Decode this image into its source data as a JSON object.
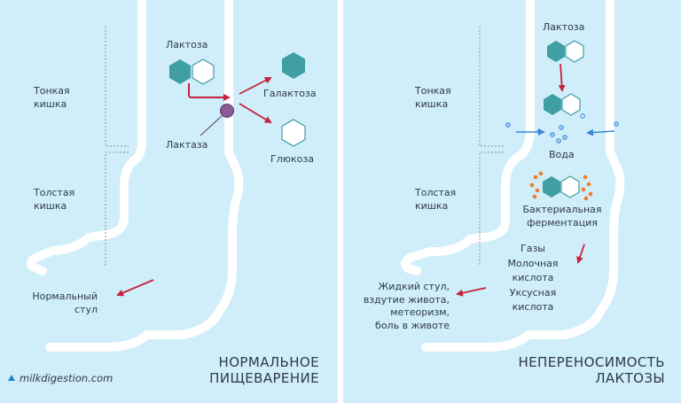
{
  "colors": {
    "panel_bg": "#cfeefa",
    "intestine": "#ffffff",
    "hexagon_dark": "#3f9fa3",
    "arrow_red": "#c8213c",
    "arrow_blue": "#3f86d6",
    "lactase_dot": "#8a5b95",
    "bacteria_dot": "#ef7b25",
    "text": "#2f3a44"
  },
  "left_panel": {
    "title_line1": "НОРМАЛЬНОЕ",
    "title_line2": "ПИЩЕВАРЕНИЕ",
    "small_intestine_line1": "Тонкая",
    "small_intestine_line2": "кишка",
    "large_intestine_line1": "Толстая",
    "large_intestine_line2": "кишка",
    "lactose": "Лактоза",
    "lactase": "Лактаза",
    "galactose": "Галактоза",
    "glucose": "Глюкоза",
    "stool_line1": "Нормальный",
    "stool_line2": "стул"
  },
  "right_panel": {
    "title_line1": "НЕПЕРЕНОСИМОСТЬ",
    "title_line2": "ЛАКТОЗЫ",
    "small_intestine_line1": "Тонкая",
    "small_intestine_line2": "кишка",
    "large_intestine_line1": "Толстая",
    "large_intestine_line2": "кишка",
    "lactose": "Лактоза",
    "water": "Вода",
    "fermentation_line1": "Бактериальная",
    "fermentation_line2": "ферментация",
    "products_line1": "Газы",
    "products_line2": "Молочная",
    "products_line3": "кислота",
    "products_line4": "Уксусная",
    "products_line5": "кислота",
    "symptoms_line1": "Жидкий стул,",
    "symptoms_line2": "вздутие живота,",
    "symptoms_line3": "метеоризм,",
    "symptoms_line4": "боль в животе"
  },
  "brand": {
    "site": "milkdigestion.com",
    "icon": "triangle-logo-icon"
  }
}
